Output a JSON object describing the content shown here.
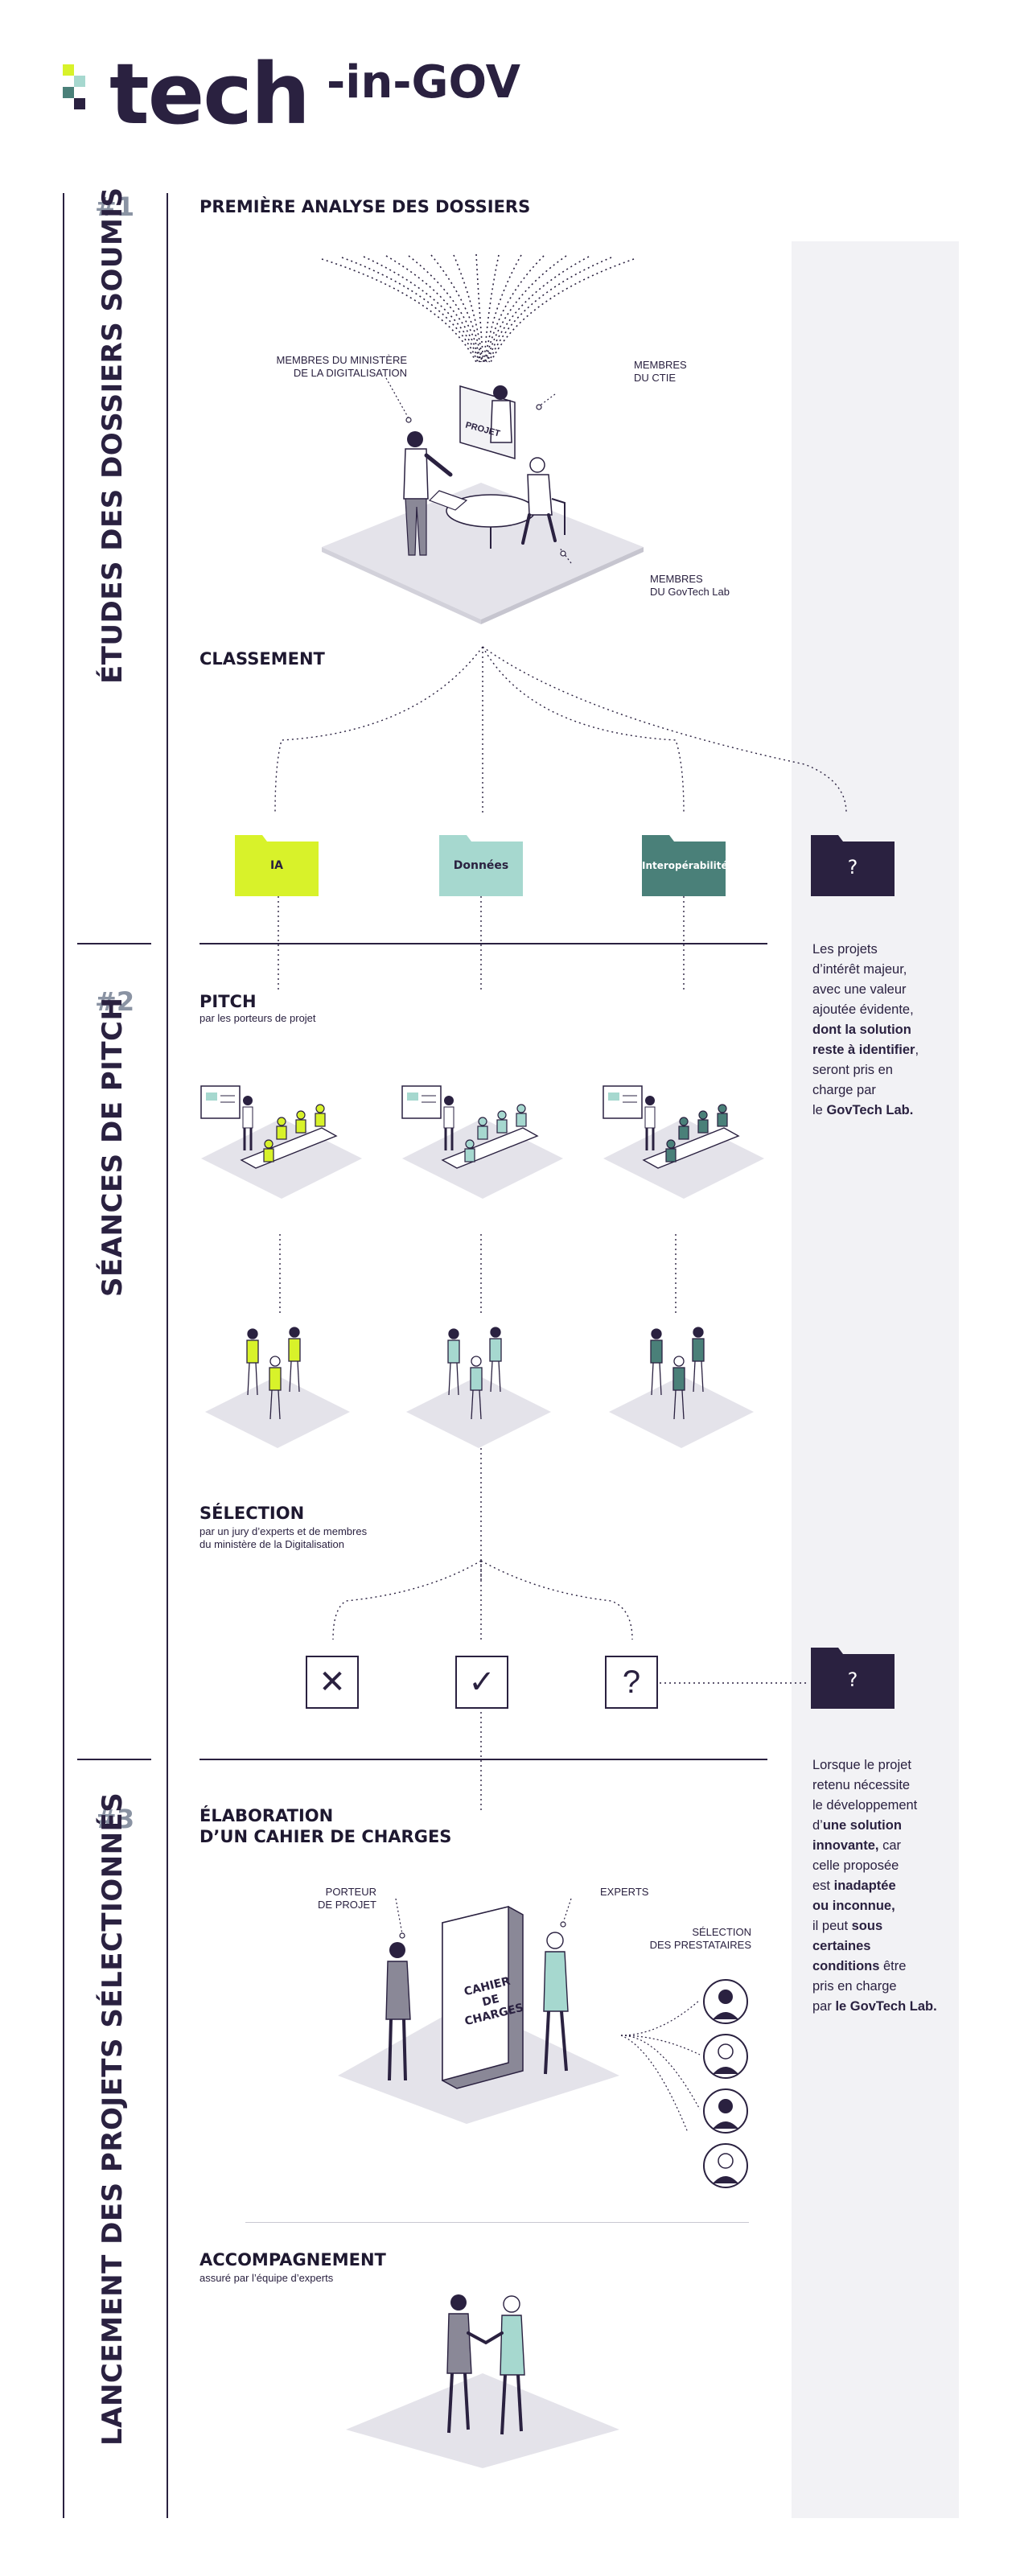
{
  "logo": {
    "brand": "tech",
    "suffix": "-in-GOV"
  },
  "sections": [
    {
      "number": "#1",
      "title": "ÉTUDES DES DOSSIERS SOUMIS"
    },
    {
      "number": "#2",
      "title": "SÉANCES DE PITCH"
    },
    {
      "number": "#3",
      "title": "LANCEMENT DES PROJETS SÉLECTIONNÉS"
    }
  ],
  "analyse": {
    "heading": "PREMIÈRE ANALYSE DES DOSSIERS",
    "label_ministere_1": "MEMBRES DU MINISTÈRE",
    "label_ministere_2": "DE LA DIGITALISATION",
    "label_ctie_1": "MEMBRES",
    "label_ctie_2": "DU CTIE",
    "label_govtech_1": "MEMBRES",
    "label_govtech_2": "DU GovTech Lab",
    "projet_sign": "PROJET"
  },
  "classement": {
    "heading": "CLASSEMENT",
    "folders": [
      {
        "label": "IA",
        "color": "#d8f22a",
        "text_color": "#2a2140"
      },
      {
        "label": "Données",
        "color": "#a6d8cf",
        "text_color": "#2a2140"
      },
      {
        "label": "Interopérabilité",
        "color": "#4a8079",
        "text_color": "#ffffff"
      },
      {
        "label": "?",
        "color": "#2a2140",
        "text_color": "#ffffff"
      }
    ]
  },
  "side_note_1": {
    "l1": "Les projets",
    "l2": "d’intérêt majeur,",
    "l3": "avec une valeur",
    "l4": "ajoutée évidente,",
    "l5": "dont la solution",
    "l6": "reste à identifier",
    "l6b": ",",
    "l7": "seront pris en",
    "l8": "charge par",
    "l9a": "le ",
    "l9b": "GovTech Lab."
  },
  "pitch": {
    "heading": "PITCH",
    "sub": "par les porteurs de projet"
  },
  "selection": {
    "heading": "SÉLECTION",
    "sub_1": "par un jury d’experts et de membres",
    "sub_2": "du ministère de la Digitalisation",
    "boxes": [
      "✕",
      "✓",
      "?"
    ],
    "folder": "?"
  },
  "side_note_2": {
    "l1": "Lorsque le projet",
    "l2": "retenu nécessite",
    "l3": "le développement",
    "l4a": "d’",
    "l4b": "une solution",
    "l5": "innovante,",
    "l5b": " car",
    "l6": "celle proposée",
    "l7a": "est ",
    "l7b": "inadaptée",
    "l8": "ou inconnue,",
    "l9": "il peut ",
    "l9b": "sous",
    "l10": "certaines",
    "l11a": "conditions",
    "l11b": " être",
    "l12": "pris en charge",
    "l13a": "par ",
    "l13b": "le GovTech Lab."
  },
  "cahier": {
    "heading_1": "ÉLABORATION",
    "heading_2": "D’UN CAHIER DE CHARGES",
    "label_porteur_1": "PORTEUR",
    "label_porteur_2": "DE PROJET",
    "label_experts": "EXPERTS",
    "label_prestataires_1": "SÉLECTION",
    "label_prestataires_2": "DES PRESTATAIRES",
    "book_1": "CAHIER",
    "book_2": "DE",
    "book_3": "CHARGES"
  },
  "accompagnement": {
    "heading": "ACCOMPAGNEMENT",
    "sub": "assuré par l’équipe d’experts"
  },
  "colors": {
    "navy": "#2a2140",
    "lime": "#d8f22a",
    "mint": "#a6d8cf",
    "teal": "#4a8079",
    "grey_panel": "#f2f2f5",
    "platform": "#e4e3ea",
    "section_number": "#8a93a3"
  }
}
